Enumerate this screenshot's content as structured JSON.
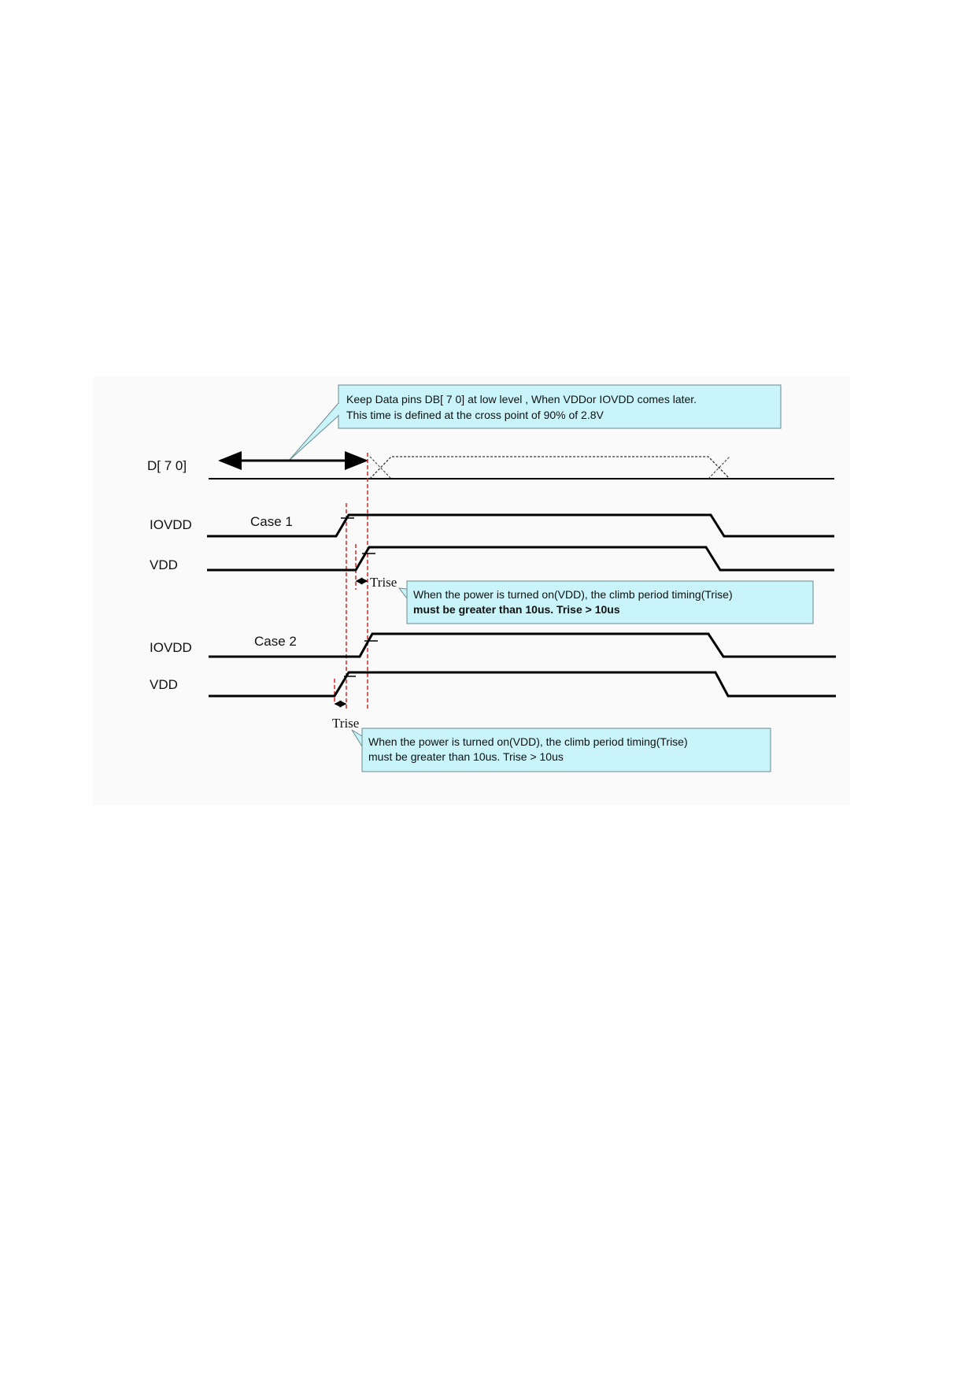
{
  "diagram": {
    "signals": {
      "data_bus": "D[ 7 0]",
      "iovdd_1": "IOVDD",
      "vdd_1": "VDD",
      "iovdd_2": "IOVDD",
      "vdd_2": "VDD"
    },
    "cases": {
      "case1": "Case 1",
      "case2": "Case 2"
    },
    "trise_label_1": "Trise",
    "trise_label_2": "Trise",
    "callouts": {
      "top": {
        "line1": "Keep Data pins DB[ 7 0] at low level ,  When VDDor IOVDD comes later.",
        "line2": "This time is defined at the cross point of 90% of 2.8V"
      },
      "case1": {
        "line1": "When the power is turned on(VDD), the climb period timing(Trise)",
        "line2": "must be greater than 10us. Trise > 10us"
      },
      "case2": {
        "line1": "When the power is turned on(VDD), the climb period timing(Trise)",
        "line2": "must be greater than 10us. Trise > 10us"
      }
    },
    "colors": {
      "callout_fill": "#c8f4fa",
      "marker_line": "#dd2222"
    }
  }
}
